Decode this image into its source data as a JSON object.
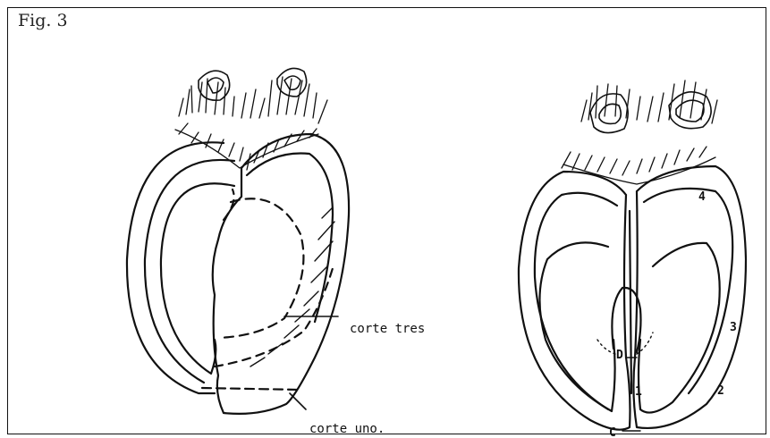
{
  "figure_title": "Fig. 3",
  "left_labels": {
    "cut_three": "corte tres",
    "cut_one": "corte uno."
  },
  "right_labels": {
    "n4": "4",
    "n3": "3",
    "n2": "2",
    "n1": "1",
    "d": "D",
    "c": "C"
  }
}
